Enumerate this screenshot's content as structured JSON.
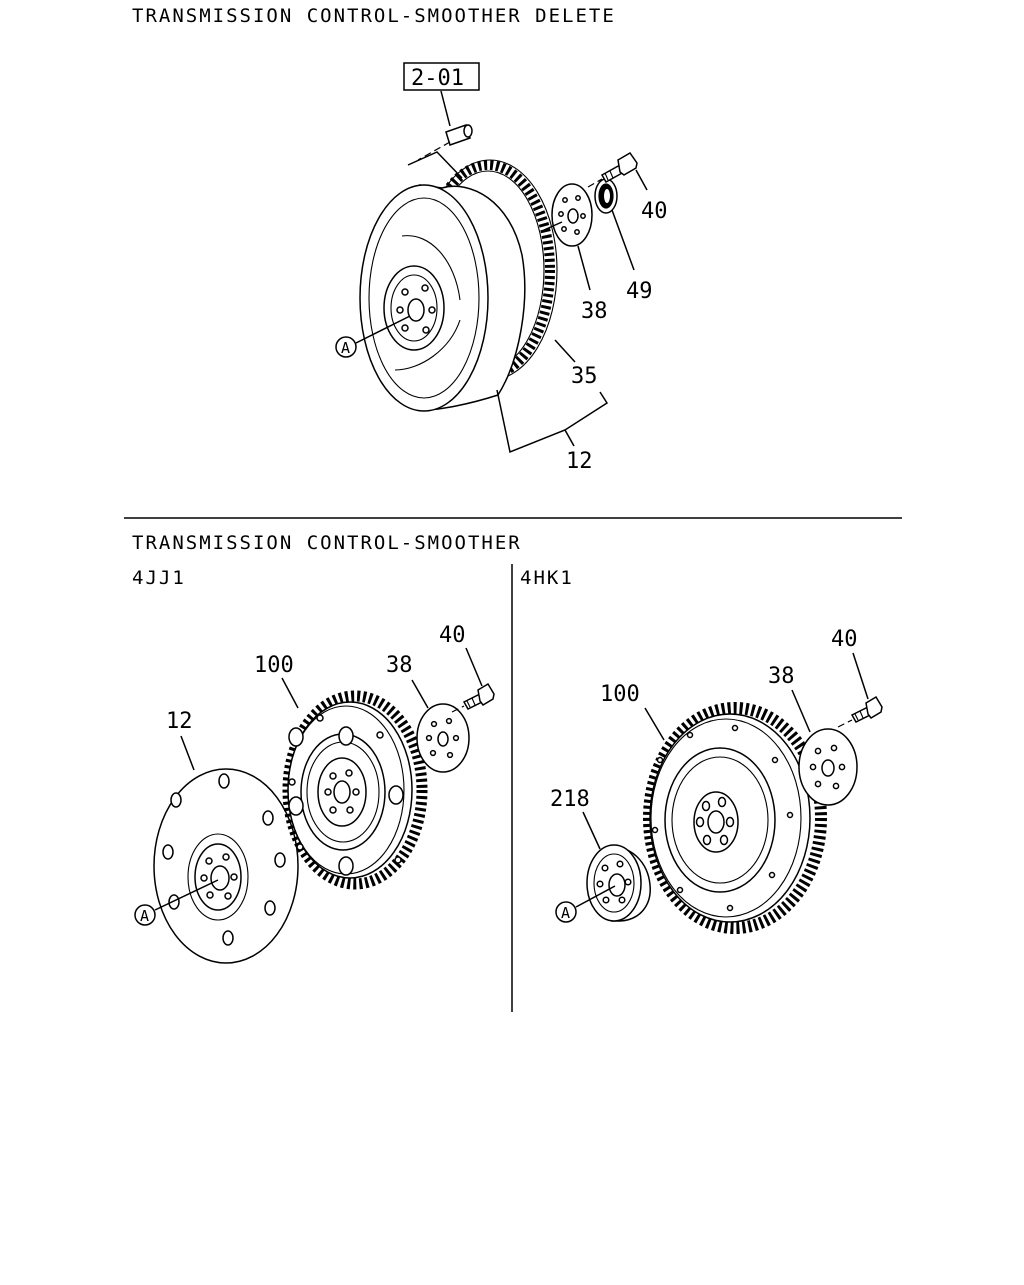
{
  "sections": {
    "delete": {
      "title": "TRANSMISSION CONTROL-SMOOTHER DELETE",
      "ref_box": "2-01",
      "callouts": {
        "c40": "40",
        "c49": "49",
        "c38": "38",
        "c35": "35",
        "c12": "12",
        "marker": "A"
      }
    },
    "smoother": {
      "title": "TRANSMISSION CONTROL-SMOOTHER",
      "left": {
        "label": "4JJ1",
        "callouts": {
          "c40": "40",
          "c38": "38",
          "c100": "100",
          "c12": "12",
          "marker": "A"
        }
      },
      "right": {
        "label": "4HK1",
        "callouts": {
          "c40": "40",
          "c38": "38",
          "c100": "100",
          "c218": "218",
          "marker": "A"
        }
      }
    }
  }
}
